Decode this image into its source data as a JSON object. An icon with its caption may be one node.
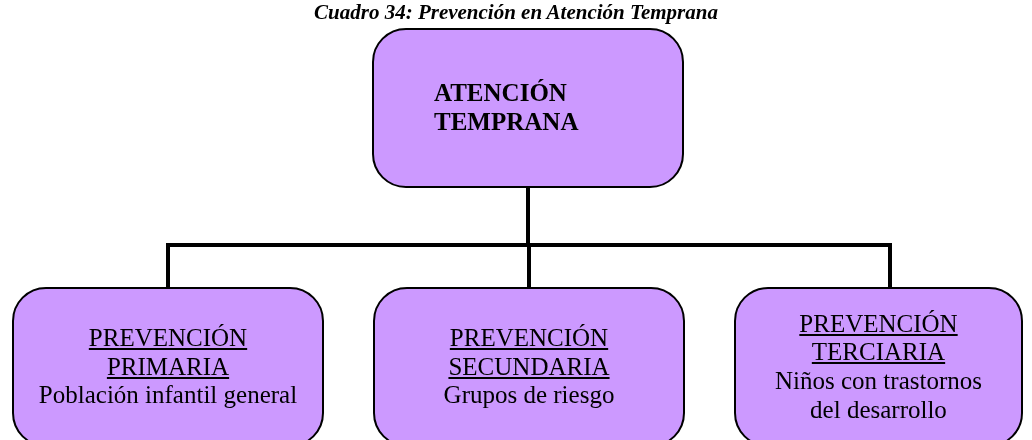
{
  "diagram": {
    "title": "Cuadro 34: Prevención en Atención Temprana",
    "nodes": [
      {
        "text": [
          "ATENCIÓN TEMPRANA"
        ]
      },
      {
        "text": [
          "PREVENCIÓN PRIMARIA",
          "Población infantil general"
        ]
      },
      {
        "text": [
          "PREVENCIÓN SECUNDARIA",
          "Grupos de riesgo"
        ]
      },
      {
        "text": [
          "PREVENCIÓN TERCIARIA",
          "Niños con trastornos del desarrollo"
        ]
      }
    ],
    "edges": [
      {
        "from": 0,
        "to": 1,
        "arrow": "none"
      },
      {
        "from": 0,
        "to": 2,
        "arrow": "none"
      },
      {
        "from": 0,
        "to": 3,
        "arrow": "none"
      }
    ]
  }
}
